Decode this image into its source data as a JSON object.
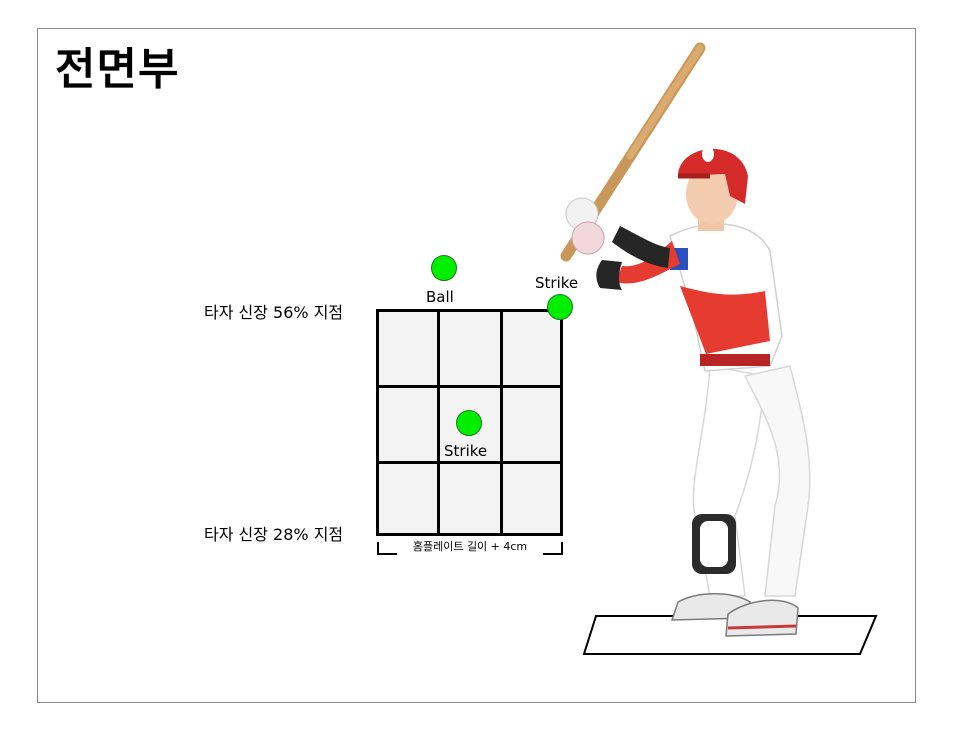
{
  "title": "전면부",
  "labels": {
    "upper": "타자 신장 56% 지점",
    "lower": "타자 신장 28% 지점",
    "plate_width": "홈플레이트 길이 + 4cm"
  },
  "pitches": [
    {
      "label": "Ball"
    },
    {
      "label": "Strike"
    },
    {
      "label": "Strike"
    }
  ],
  "colors": {
    "pitch_marker": "#00ee00",
    "zone_fill": "#f3f3f3",
    "helmet": "#d42a2a",
    "bat": "#c9975a"
  },
  "icons": {
    "batter": "batter-figure",
    "plate": "home-plate-shape"
  }
}
